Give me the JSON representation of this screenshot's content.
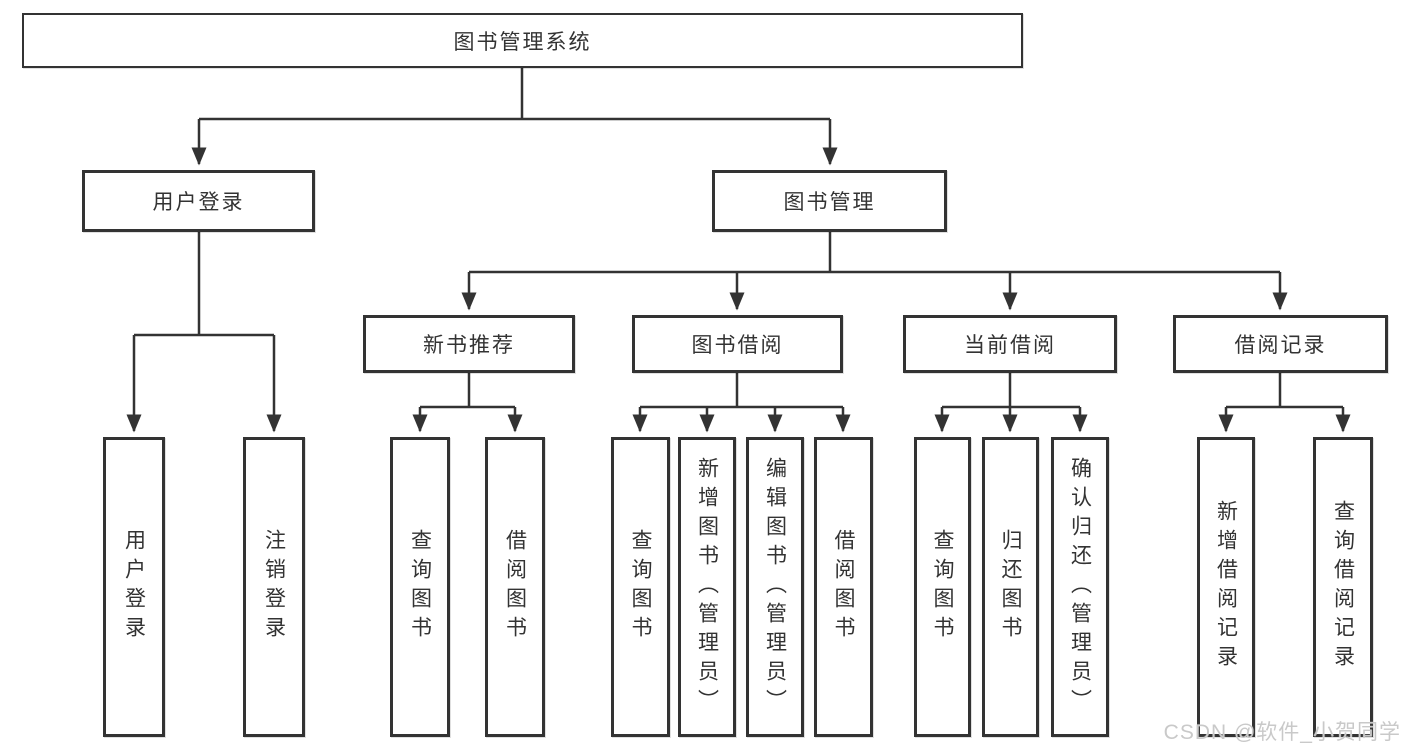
{
  "tree": {
    "label": "图书管理系统",
    "children": [
      {
        "label": "用户登录",
        "children": [
          {
            "label": "用户登录"
          },
          {
            "label": "注销登录"
          }
        ]
      },
      {
        "label": "图书管理",
        "children": [
          {
            "label": "新书推荐",
            "children": [
              {
                "label": "查询图书"
              },
              {
                "label": "借阅图书"
              }
            ]
          },
          {
            "label": "图书借阅",
            "children": [
              {
                "label": "查询图书"
              },
              {
                "label": "新增图书（管理员）"
              },
              {
                "label": "编辑图书（管理员）"
              },
              {
                "label": "借阅图书"
              }
            ]
          },
          {
            "label": "当前借阅",
            "children": [
              {
                "label": "查询图书"
              },
              {
                "label": "归还图书"
              },
              {
                "label": "确认归还（管理员）"
              }
            ]
          },
          {
            "label": "借阅记录",
            "children": [
              {
                "label": "新增借阅记录"
              },
              {
                "label": "查询借阅记录"
              }
            ]
          }
        ]
      }
    ]
  },
  "watermark": "CSDN @软件_小贺同学",
  "colors": {
    "background": "#ffffff",
    "line": "#333333",
    "box_border": "#333333",
    "box_fill": "#ffffff",
    "text": "#333333",
    "watermark": "#c9c9c9"
  }
}
